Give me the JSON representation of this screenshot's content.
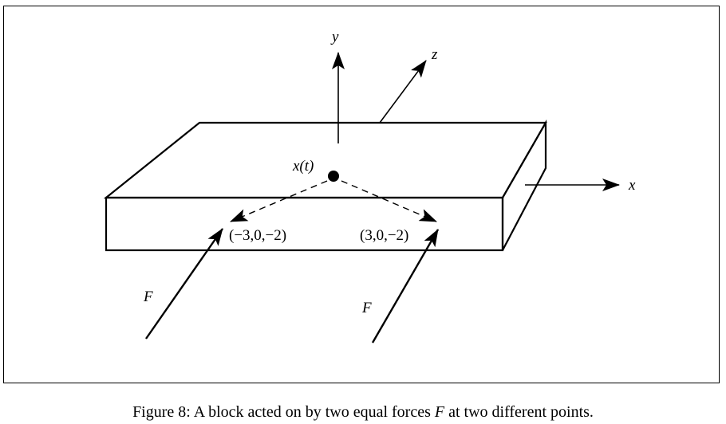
{
  "diagram": {
    "labels": {
      "y_axis": "y",
      "z_axis": "z",
      "x_axis": "x",
      "position": "x(t)",
      "point_left": "(−3,0,−2)",
      "point_right": "(3,0,−2)",
      "force_left": "F",
      "force_right": "F"
    }
  },
  "caption": {
    "prefix": "Figure 8: A block acted on by two equal forces ",
    "symbol": "F",
    "suffix": " at two different points."
  }
}
